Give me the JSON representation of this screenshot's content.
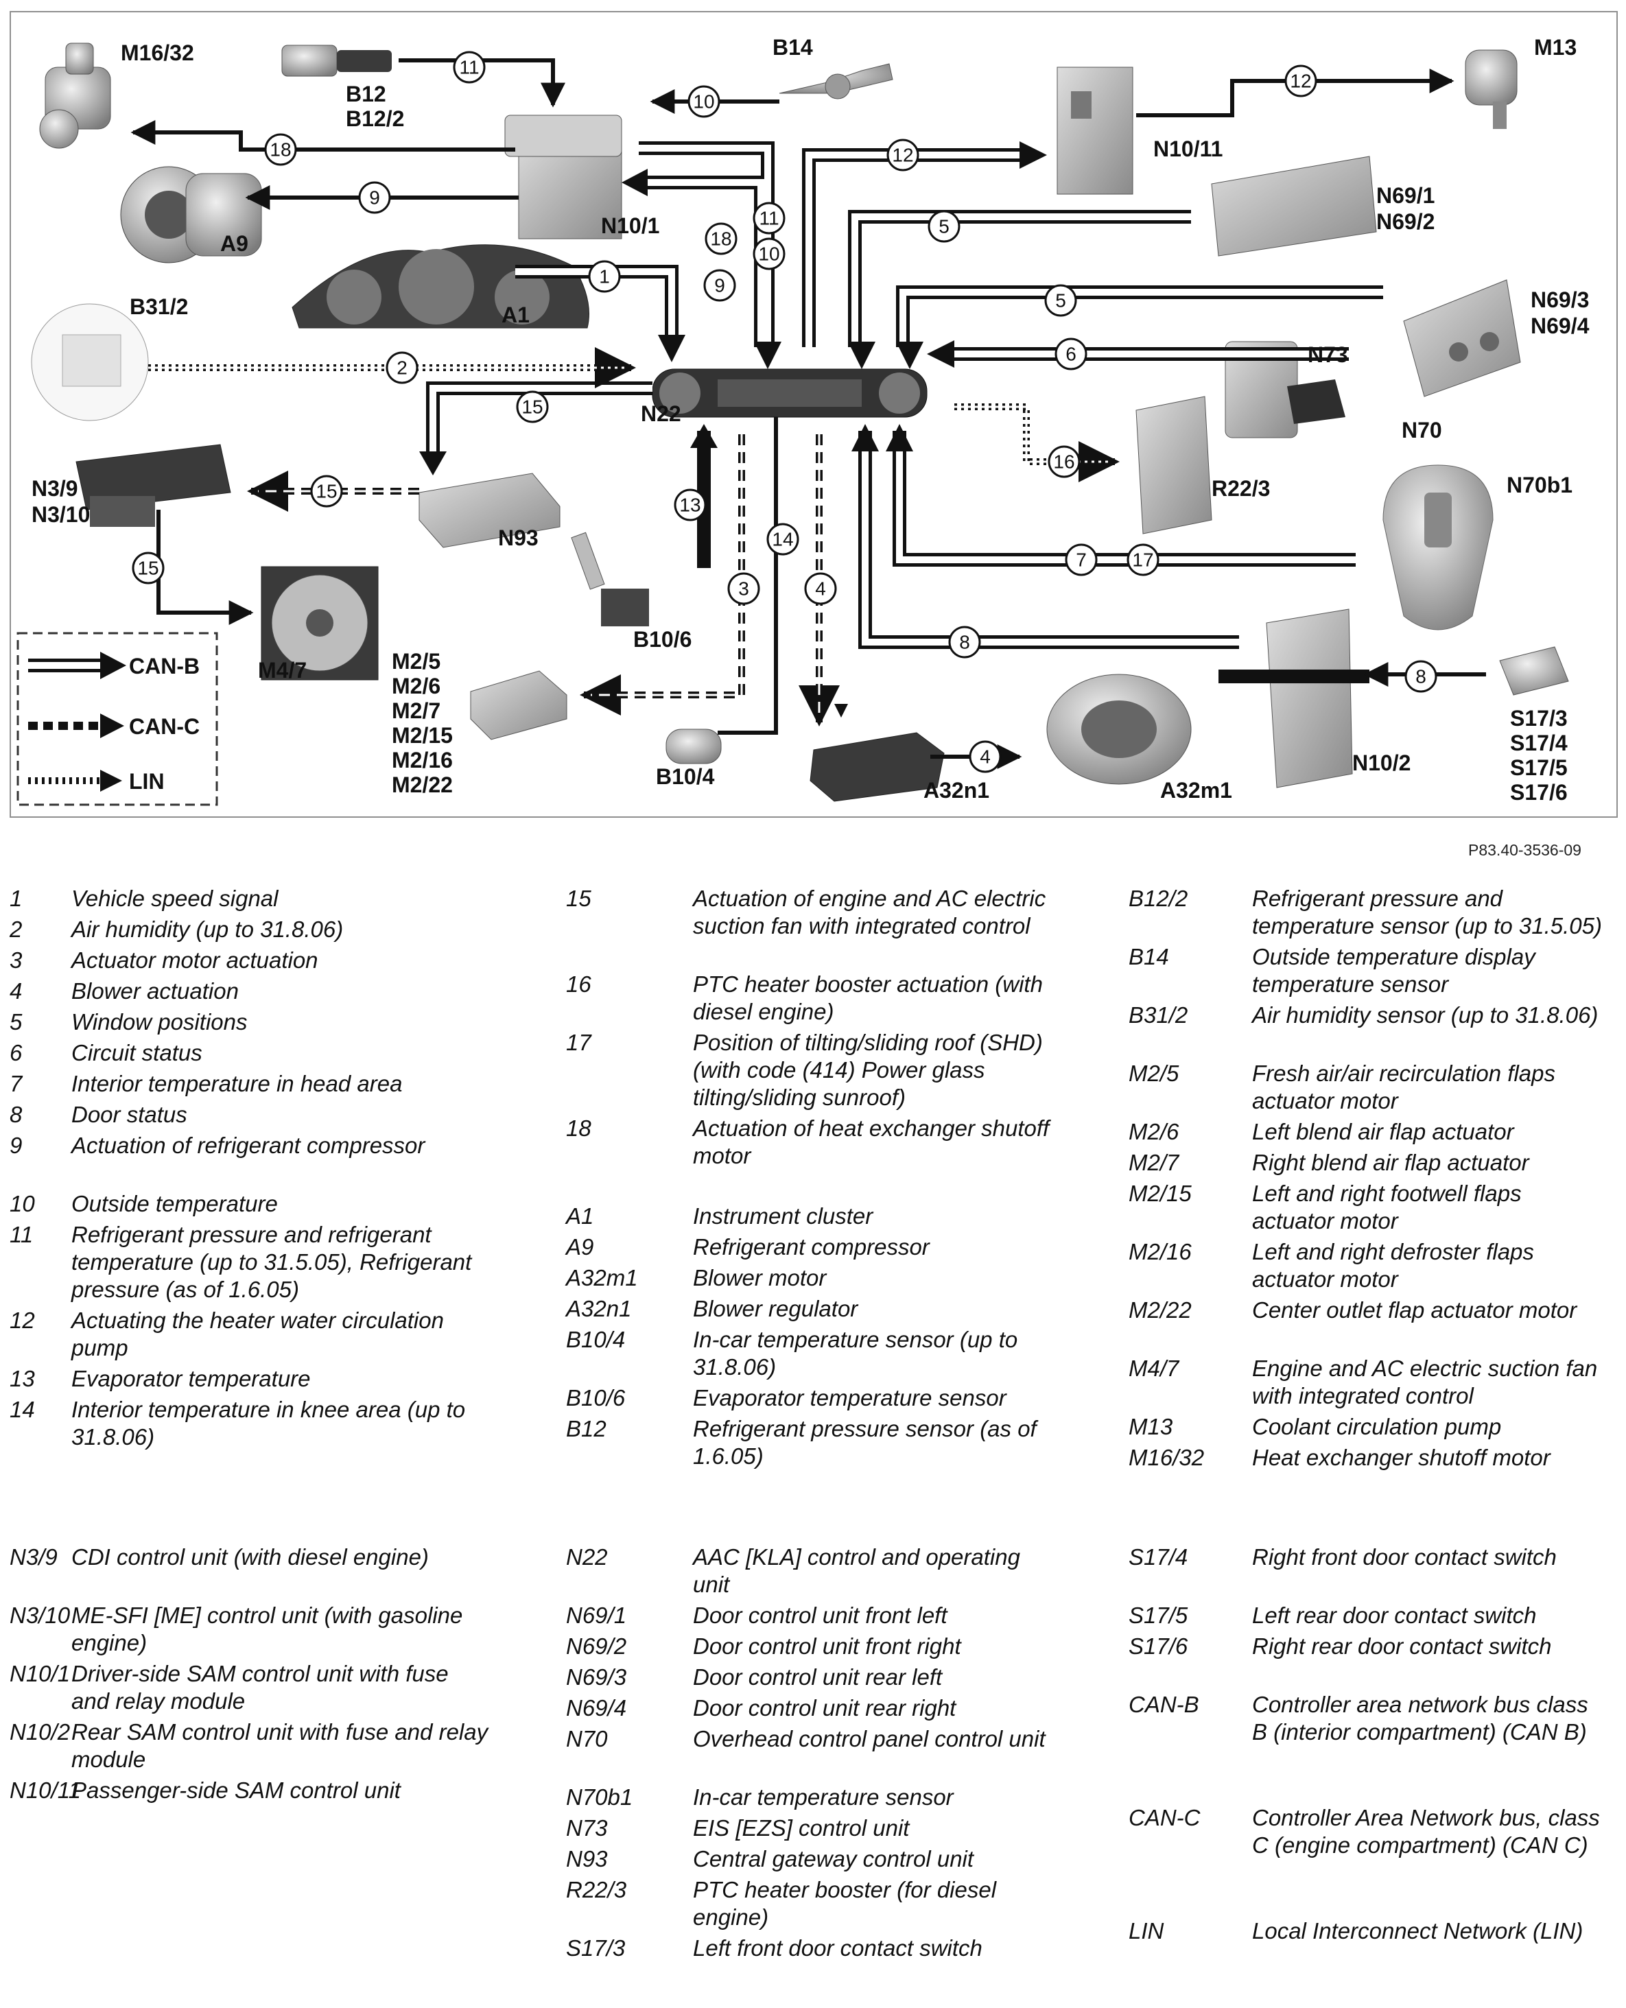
{
  "figure_ref": "P83.40-3536-09",
  "diagram": {
    "component_labels": [
      "M16/32",
      "B12",
      "B12/2",
      "B14",
      "M13",
      "N10/11",
      "N69/1",
      "N69/2",
      "A9",
      "N10/1",
      "B31/2",
      "A1",
      "N69/3",
      "N69/4",
      "N73",
      "N22",
      "N70",
      "N70b1",
      "N3/9",
      "N3/10",
      "N93",
      "R22/3",
      "M4/7",
      "B10/6",
      "M2/5",
      "M2/6",
      "M2/7",
      "M2/15",
      "M2/16",
      "M2/22",
      "B10/4",
      "A32n1",
      "A32m1",
      "N10/2",
      "S17/3",
      "S17/4",
      "S17/5",
      "S17/6"
    ],
    "bus_legend": [
      "CAN-B",
      "CAN-C",
      "LIN"
    ],
    "signal_numbers": [
      "1",
      "2",
      "3",
      "4",
      "5",
      "6",
      "7",
      "8",
      "9",
      "10",
      "11",
      "12",
      "13",
      "14",
      "15",
      "16",
      "17",
      "18"
    ]
  },
  "legend_top": {
    "col1": [
      {
        "code": "1",
        "desc": "Vehicle speed signal"
      },
      {
        "code": "2",
        "desc": "Air humidity (up to 31.8.06)"
      },
      {
        "code": "3",
        "desc": "Actuator motor actuation"
      },
      {
        "code": "4",
        "desc": "Blower actuation"
      },
      {
        "code": "5",
        "desc": "Window positions"
      },
      {
        "code": "6",
        "desc": "Circuit status"
      },
      {
        "code": "7",
        "desc": "Interior temperature in head area"
      },
      {
        "code": "8",
        "desc": "Door status"
      },
      {
        "code": "9",
        "desc": "Actuation of refrigerant compressor"
      },
      {
        "code": "10",
        "desc": "Outside temperature"
      },
      {
        "code": "11",
        "desc": "Refrigerant pressure and refrigerant temperature (up to 31.5.05), Refrigerant pressure (as of 1.6.05)"
      },
      {
        "code": "12",
        "desc": "Actuating the heater water circulation pump"
      },
      {
        "code": "13",
        "desc": "Evaporator temperature"
      },
      {
        "code": "14",
        "desc": "Interior temperature in knee area (up to 31.8.06)"
      }
    ],
    "col2": [
      {
        "code": "15",
        "desc": "Actuation of engine and AC electric suction fan with integrated control"
      },
      {
        "code": "16",
        "desc": "PTC heater booster actuation (with diesel engine)"
      },
      {
        "code": "17",
        "desc": "Position of tilting/sliding roof (SHD) (with code (414) Power glass tilting/sliding sunroof)"
      },
      {
        "code": "18",
        "desc": "Actuation of heat exchanger shutoff motor"
      },
      {
        "code": "A1",
        "desc": "Instrument cluster"
      },
      {
        "code": "A9",
        "desc": "Refrigerant compressor"
      },
      {
        "code": "A32m1",
        "desc": "Blower motor"
      },
      {
        "code": "A32n1",
        "desc": "Blower regulator"
      },
      {
        "code": "B10/4",
        "desc": "In-car temperature sensor (up to 31.8.06)"
      },
      {
        "code": "B10/6",
        "desc": "Evaporator temperature sensor"
      },
      {
        "code": "B12",
        "desc": "Refrigerant pressure sensor (as of 1.6.05)"
      }
    ],
    "col3": [
      {
        "code": "B12/2",
        "desc": "Refrigerant pressure and temperature sensor (up to 31.5.05)"
      },
      {
        "code": "B14",
        "desc": "Outside temperature display temperature sensor"
      },
      {
        "code": "B31/2",
        "desc": "Air humidity sensor (up to 31.8.06)"
      },
      {
        "code": "M2/5",
        "desc": "Fresh air/air recirculation flaps actuator motor"
      },
      {
        "code": "M2/6",
        "desc": "Left blend air flap actuator"
      },
      {
        "code": "M2/7",
        "desc": "Right blend air flap actuator"
      },
      {
        "code": "M2/15",
        "desc": "Left and right footwell flaps actuator motor"
      },
      {
        "code": "M2/16",
        "desc": "Left and right defroster flaps actuator motor"
      },
      {
        "code": "M2/22",
        "desc": "Center outlet flap actuator motor"
      },
      {
        "code": "M4/7",
        "desc": "Engine and AC electric suction fan with integrated control"
      },
      {
        "code": "M13",
        "desc": "Coolant circulation pump"
      },
      {
        "code": "M16/32",
        "desc": "Heat exchanger shutoff motor"
      }
    ]
  },
  "legend_bottom": {
    "col1": [
      {
        "code": "N3/9",
        "desc": "CDI control unit (with diesel engine)"
      },
      {
        "code": "N3/10",
        "desc": "ME-SFI [ME] control unit (with gasoline engine)"
      },
      {
        "code": "N10/1",
        "desc": "Driver-side SAM control unit with fuse and relay module"
      },
      {
        "code": "N10/2",
        "desc": "Rear SAM control unit with fuse and relay module"
      },
      {
        "code": "N10/11",
        "desc": "Passenger-side SAM control unit"
      }
    ],
    "col2": [
      {
        "code": "N22",
        "desc": "AAC [KLA] control and operating unit"
      },
      {
        "code": "N69/1",
        "desc": "Door control unit front left"
      },
      {
        "code": "N69/2",
        "desc": "Door control unit front right"
      },
      {
        "code": "N69/3",
        "desc": "Door control unit rear left"
      },
      {
        "code": "N69/4",
        "desc": "Door control unit rear right"
      },
      {
        "code": "N70",
        "desc": "Overhead control panel control unit"
      },
      {
        "code": "N70b1",
        "desc": "In-car temperature sensor"
      },
      {
        "code": "N73",
        "desc": "EIS [EZS] control unit"
      },
      {
        "code": "N93",
        "desc": "Central gateway control unit"
      },
      {
        "code": "R22/3",
        "desc": "PTC heater booster (for diesel engine)"
      },
      {
        "code": "S17/3",
        "desc": "Left front door contact switch"
      }
    ],
    "col3": [
      {
        "code": "S17/4",
        "desc": "Right front door contact switch"
      },
      {
        "code": "S17/5",
        "desc": "Left rear door contact switch"
      },
      {
        "code": "S17/6",
        "desc": "Right rear door contact switch"
      },
      {
        "code": "CAN-B",
        "desc": "Controller area network bus class B (interior compartment) (CAN B)"
      },
      {
        "code": "CAN-C",
        "desc": "Controller Area Network bus, class C (engine compartment) (CAN C)"
      },
      {
        "code": "LIN",
        "desc": "Local Interconnect Network (LIN)"
      }
    ]
  }
}
